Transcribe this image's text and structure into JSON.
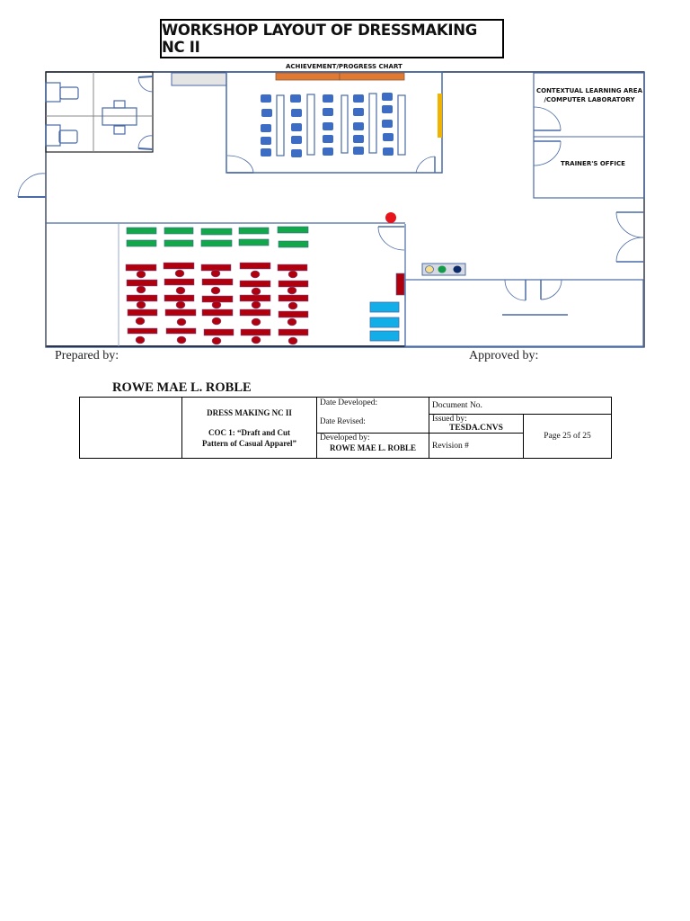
{
  "document": {
    "title": "WORKSHOP LAYOUT OF DRESSMAKING NC II"
  },
  "floor_plan": {
    "labels": {
      "achievement_chart": "ACHIEVEMENT/PROGRESS CHART",
      "contextual_learning_line1": "CONTEXTUAL LEARNING AREA",
      "contextual_learning_line2": "/COMPUTER LABORATORY",
      "trainers_office": "TRAINER'S OFFICE"
    },
    "colors": {
      "wall": "#4a6aa5",
      "outer_wall": "#2b2b2b",
      "chart_bar": "#e07a33",
      "board": "#f0b400",
      "chair_blue": "#3d6cc4",
      "table_green": "#12a84a",
      "machine_red": "#b0000e",
      "fire_alarm": "#e8141c",
      "cabinet_blue": "#12aee8",
      "counter_gray": "#e4e4e4",
      "traffic_yellow": "#f5de8e",
      "traffic_green": "#139b4a",
      "traffic_navy": "#0b2b6b"
    }
  },
  "signatures": {
    "prepared_by_label": "Prepared by:",
    "approved_by_label": "Approved by:",
    "preparer_name": "ROWE MAE L. ROBLE"
  },
  "footer": {
    "course_title": "DRESS MAKING NC II",
    "coc_line1": "COC 1: “Draft and Cut",
    "coc_line2": "Pattern of Casual Apparel”",
    "date_developed_label": "Date Developed:",
    "date_revised_label": "Date Revised:",
    "developed_by_label": "Developed by:",
    "developer_name": "ROWE MAE L. ROBLE",
    "document_no_label": "Document No.",
    "issued_by_label": "Issued by:",
    "issuer": "TESDA.CNVS",
    "revision_label": "Revision #",
    "page_info": "Page 25 of 25"
  }
}
